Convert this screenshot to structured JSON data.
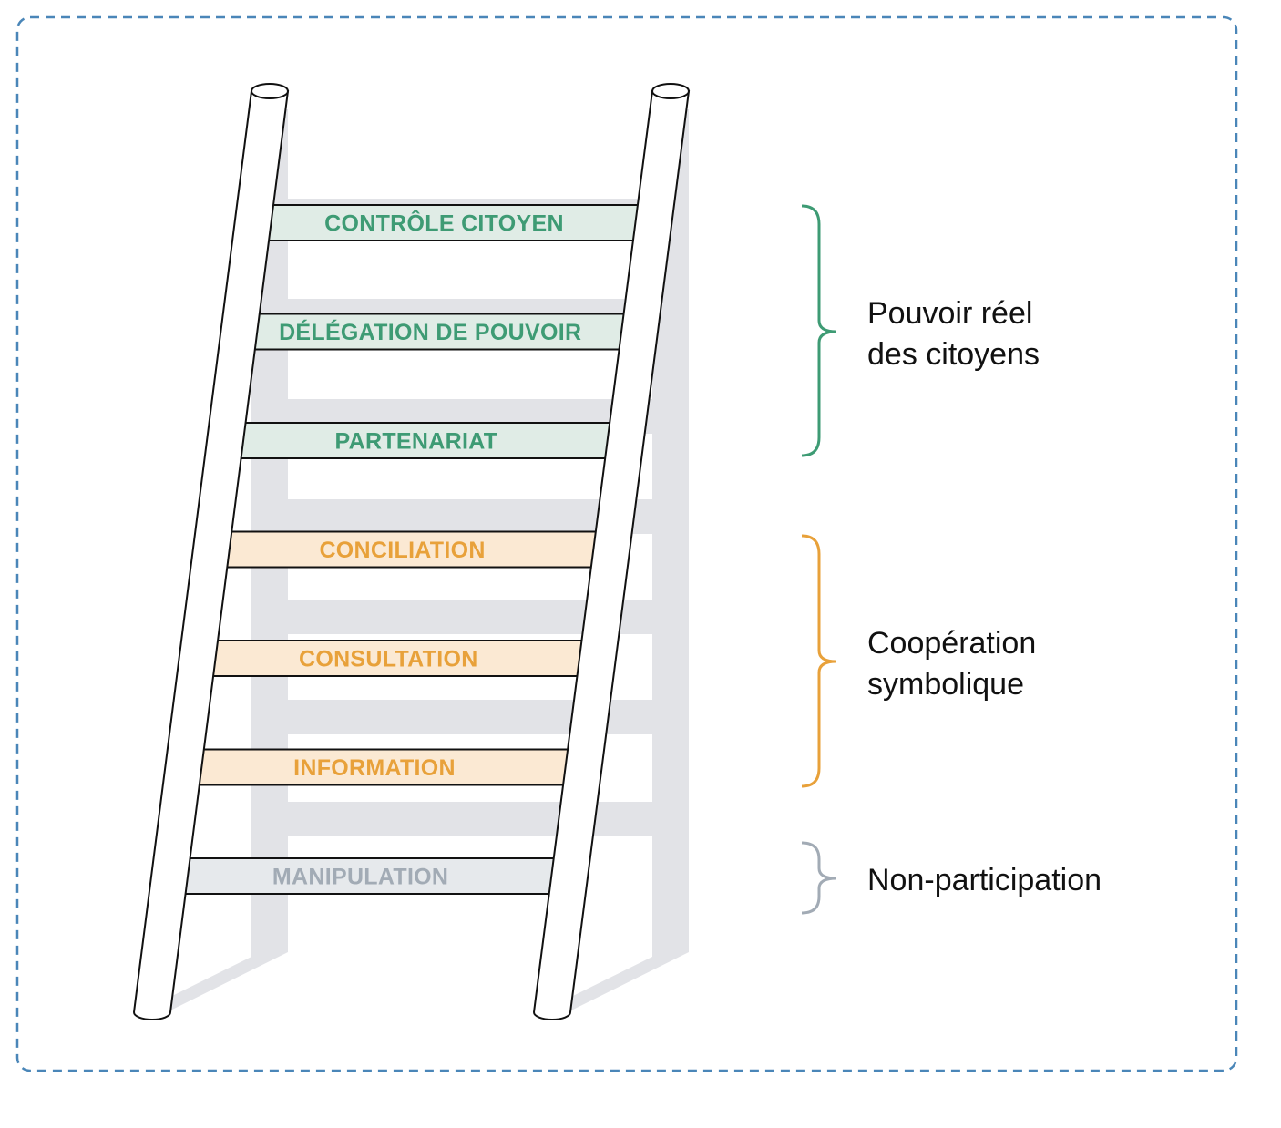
{
  "rungs": [
    {
      "label": "CONTRÔLE CITOYEN",
      "group": "pouvoir"
    },
    {
      "label": "DÉLÉGATION DE POUVOIR",
      "group": "pouvoir"
    },
    {
      "label": "PARTENARIAT",
      "group": "pouvoir"
    },
    {
      "label": "CONCILIATION",
      "group": "symbolique"
    },
    {
      "label": "CONSULTATION",
      "group": "symbolique"
    },
    {
      "label": "INFORMATION",
      "group": "symbolique"
    },
    {
      "label": "MANIPULATION",
      "group": "non"
    }
  ],
  "groups": {
    "pouvoir": {
      "line1": "Pouvoir réel",
      "line2": "des citoyens",
      "color": "#3e9b74",
      "fill": "#e0ece6"
    },
    "symbolique": {
      "line1": "Coopération",
      "line2": "symbolique",
      "color": "#e8a13a",
      "fill": "#fbe9d3"
    },
    "non": {
      "line1": "Non-participation",
      "line2": "",
      "color": "#a2abb5",
      "fill": "#e6e9ec"
    }
  },
  "colors": {
    "border": "#4a86b8",
    "shadow": "#e2e3e7",
    "outline": "#111111"
  }
}
